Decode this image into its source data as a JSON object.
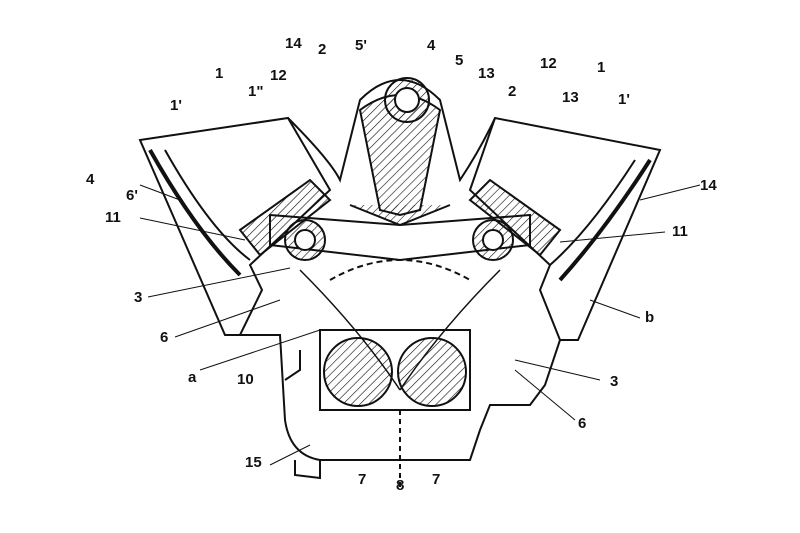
{
  "figure": {
    "labels": {
      "l14_top": "14",
      "l2_top": "2",
      "l5p": "5'",
      "l4_top": "4",
      "l5": "5",
      "l13_top": "13",
      "l12_right": "12",
      "l1_right": "1",
      "l1_left": "1",
      "l1pp": "1\"",
      "l12_left": "12",
      "l1p_left": "1'",
      "l2_right": "2",
      "l13_right": "13",
      "l1p_right": "1'",
      "l4_left": "4",
      "l14_right": "14",
      "l6p": "6'",
      "l11_left": "11",
      "l11_right": "11",
      "l3_left": "3",
      "lb": "b",
      "l6_left": "6",
      "la": "a",
      "l10": "10",
      "l3_right": "3",
      "l6_right": "6",
      "l15": "15",
      "l7_left": "7",
      "l8": "8",
      "l7_right": "7"
    },
    "colors": {
      "ink": "#111111",
      "paper": "#ffffff"
    }
  }
}
